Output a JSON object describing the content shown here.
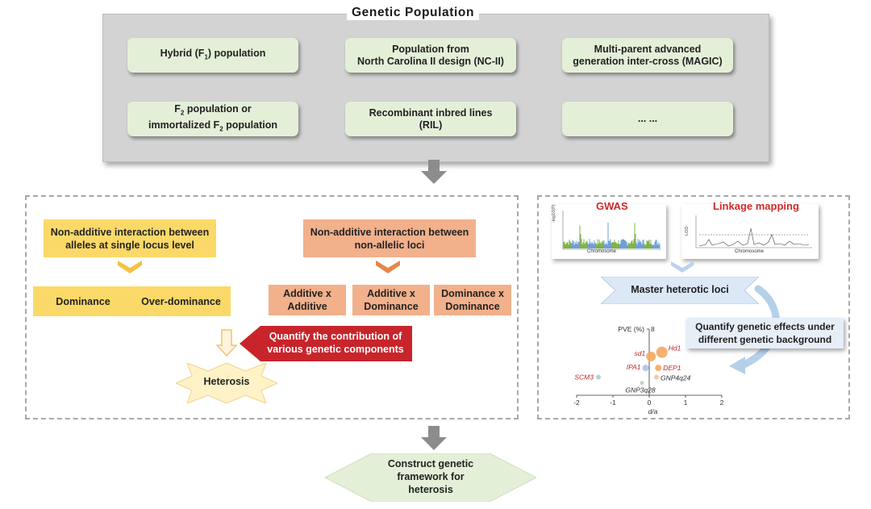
{
  "population": {
    "title": "Genetic Population",
    "boxes": [
      {
        "line1": "Hybrid (F",
        "sub": "1",
        "line1_end": ") population"
      },
      {
        "line1": "Population from",
        "line2": "North Carolina II design (NC-II)"
      },
      {
        "line1": "Multi-parent advanced",
        "line2": "generation inter-cross (MAGIC)"
      },
      {
        "line1": "F",
        "sub": "2",
        "line1_end": " population or",
        "line2a": "immortalized F",
        "sub2": "2",
        "line2_end": " population"
      },
      {
        "line1": "Recombinant inbred lines",
        "line2": "(RIL)"
      },
      {
        "line1": "... ..."
      }
    ]
  },
  "left": {
    "allelic_title": "Non-additive interaction between alleles at single locus level",
    "non_allelic_title": "Non-additive interaction between non-allelic loci",
    "dominance": "Dominance",
    "over_dominance": "Over-dominance",
    "epistasis": [
      {
        "line1": "Additive x",
        "line2": "Additive"
      },
      {
        "line1": "Additive x",
        "line2": "Dominance"
      },
      {
        "line1": "Dominance x",
        "line2": "Dominance"
      }
    ],
    "quantify": "Quantify the contribution of various genetic components",
    "heterosis": "Heterosis"
  },
  "right": {
    "gwas_title": "GWAS",
    "linkage_title": "Linkage mapping",
    "gwas_xlabel": "Chromosome",
    "gwas_ylabel": "-log10(P)",
    "linkage_xlabel": "Chromosome",
    "linkage_ylabel": "LOD",
    "master": "Master heterotic loci",
    "quantify_effects": "Quantify genetic effects under different genetic background",
    "scatter": {
      "ylabel": "PVE (%)",
      "ymax_label": "8",
      "xlabel": "d/a",
      "xticks": [
        "-2",
        "-1",
        "0",
        "1",
        "2"
      ],
      "points": [
        {
          "name": "Hd1",
          "x": 0.35,
          "y": 5.2,
          "size": 7,
          "color": "#f3a95f"
        },
        {
          "name": "sd1",
          "x": 0.05,
          "y": 4.7,
          "size": 6,
          "color": "#f3a95f"
        },
        {
          "name": "IPA1",
          "x": -0.1,
          "y": 3.3,
          "size": 4,
          "color": "#a9c6e5"
        },
        {
          "name": "DEP1",
          "x": 0.25,
          "y": 3.3,
          "size": 4,
          "color": "#f3a95f"
        },
        {
          "name": "GNP4q24",
          "x": 0.2,
          "y": 2.2,
          "size": 3,
          "color": "#f3c49a"
        },
        {
          "name": "SCM3",
          "x": -1.4,
          "y": 2.2,
          "size": 3,
          "color": "#b7c8e0"
        },
        {
          "name": "GNP3q28",
          "x": -0.2,
          "y": 1.5,
          "size": 2.5,
          "color": "#c9c9c9"
        }
      ]
    }
  },
  "framework": "Construct genetic framework for heterosis",
  "colors": {
    "pop_panel": "#d3d3d3",
    "pop_box": "#e4efd8",
    "yellow": "#fbd968",
    "orange": "#f2b08b",
    "red_arrow": "#c8242b",
    "gwas_red": "#d02a2a",
    "arrow_grey": "#8c8c8c"
  }
}
